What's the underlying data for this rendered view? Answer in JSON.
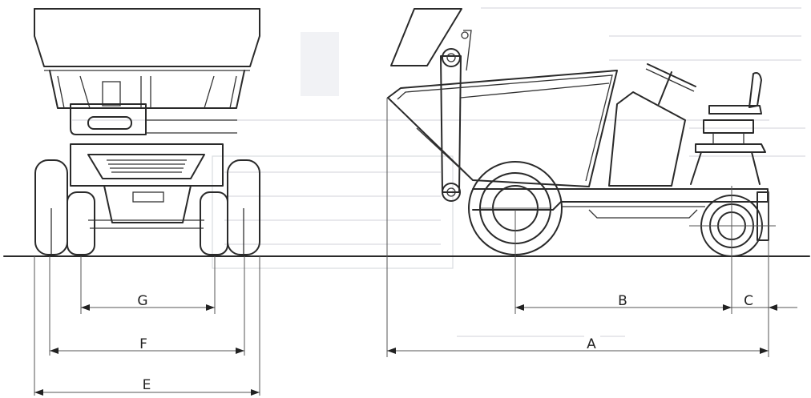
{
  "dimensions": {
    "front_view": {
      "E": "E",
      "F": "F",
      "G": "G"
    },
    "side_view": {
      "A": "A",
      "B": "B",
      "C": "C"
    }
  },
  "colors": {
    "line": "#2a2a2a",
    "background": "#ffffff",
    "bleed_through": "#d9dbe0"
  }
}
